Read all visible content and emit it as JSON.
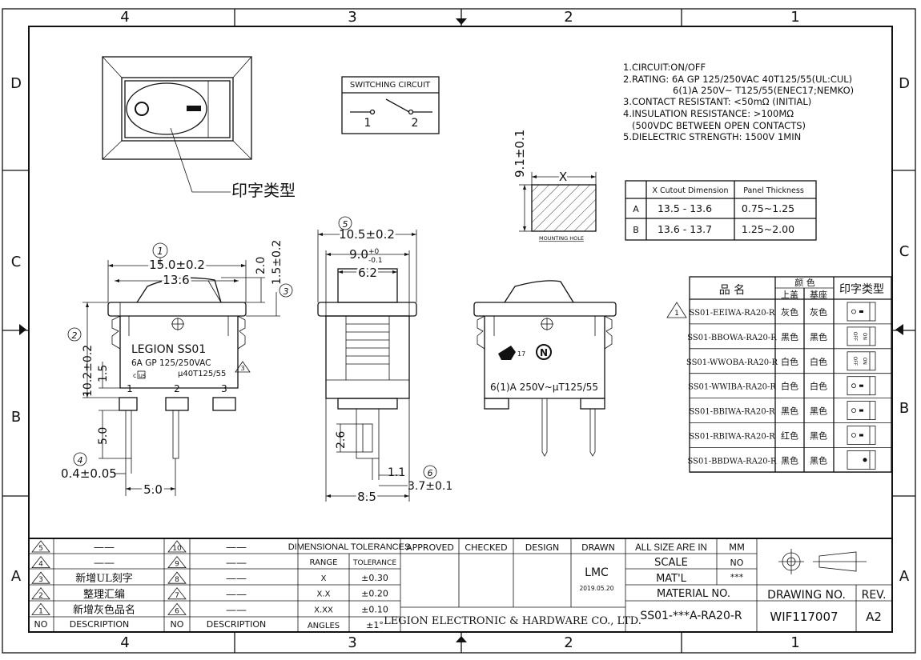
{
  "zones": {
    "cols": [
      "4",
      "3",
      "2",
      "1"
    ],
    "rows": [
      "D",
      "C",
      "B",
      "A"
    ]
  },
  "annotation_cn": "印字类型",
  "switching_circuit": {
    "title": "SWITCHING CIRCUIT",
    "pin1": "1",
    "pin2": "2"
  },
  "specs": [
    "1.CIRCUIT:ON/OFF",
    "2.RATING: 6A GP 125/250VAC 40T125/55(UL:CUL)",
    "6(1)A 250V~ T125/55(ENEC17;NEMKO)",
    "3.CONTACT RESISTANT: <50mΩ (INITIAL)",
    "4.INSULATION RESISTANCE: >100MΩ",
    "(500VDC BETWEEN OPEN CONTACTS)",
    "5.DIELECTRIC STRENGTH: 1500V  1MIN"
  ],
  "mounting_hole": {
    "label": "MOUNTING HOLE",
    "width_label": "X",
    "height_dim": "9.1±0.1"
  },
  "cutout_table": {
    "headers": [
      "X Cutout Dimension",
      "Panel Thickness"
    ],
    "rows": [
      {
        "id": "A",
        "x": "13.5 - 13.6",
        "t": "0.75~1.25"
      },
      {
        "id": "B",
        "x": "13.6 - 13.7",
        "t": "1.25~2.00"
      }
    ]
  },
  "product_table": {
    "header_name": "品  名",
    "header_color": "颜  色",
    "header_cover": "上盖",
    "header_base": "基座",
    "header_print": "印字类型",
    "rows": [
      {
        "name": "SS01-EEIWA-RA20-R",
        "cover": "灰色",
        "base": "灰色",
        "print": "oblong"
      },
      {
        "name": "SS01-BBOWA-RA20-R",
        "cover": "黑色",
        "base": "黑色",
        "print": "onoff",
        "on": "ON",
        "off": "OFF"
      },
      {
        "name": "SS01-WWOBA-RA20-R",
        "cover": "白色",
        "base": "白色",
        "print": "onoff",
        "on": "ON",
        "off": "OFF"
      },
      {
        "name": "SS01-WWIBA-RA20-R",
        "cover": "白色",
        "base": "白色",
        "print": "oblong"
      },
      {
        "name": "SS01-BBIWA-RA20-R",
        "cover": "黑色",
        "base": "黑色",
        "print": "oblong"
      },
      {
        "name": "SS01-RBIWA-RA20-R",
        "cover": "红色",
        "base": "黑色",
        "print": "oblong"
      },
      {
        "name": "SS01-BBDWA-RA20-R",
        "cover": "黑色",
        "base": "黑色",
        "print": "dot"
      }
    ],
    "rev_mark": "1"
  },
  "front_view": {
    "balloon1": "1",
    "balloon2": "2",
    "balloon3": "3",
    "balloon4": "4",
    "dim_overall": "15.0±0.2",
    "dim_inner": "13.6",
    "dim_rocker": "2.0",
    "dim_flange": "1.5±0.2",
    "dim_height": "10.2±0.2",
    "dim_lower": "1.5",
    "dim_pin_len": "5.0",
    "dim_pin_thick": "0.4±0.05",
    "dim_pitch": "5.0",
    "brand": "LEGION  SS01",
    "rating": "6A GP 125/250VAC",
    "ul": "c   us",
    "temp": "μ40T125/55",
    "pins": [
      "1",
      "2",
      "3"
    ],
    "rev_mark": "3"
  },
  "side_view": {
    "balloon5": "5",
    "balloon6": "6",
    "dim_width": "10.5±0.2",
    "dim_mid": "9.0",
    "dim_mid_tol_up": "+0",
    "dim_mid_tol_down": "-0.1",
    "dim_rocker": "6.2",
    "dim_tab": "2.6",
    "dim_gap": "1.1",
    "dim_thick": "3.7±0.1",
    "dim_base": "8.5"
  },
  "rear_view": {
    "rating": "6(1)A 250V~μT125/55",
    "enec": "17",
    "nemko": "N"
  },
  "revisions_left": [
    {
      "no": "5",
      "desc": "——"
    },
    {
      "no": "4",
      "desc": "——"
    },
    {
      "no": "3",
      "desc": "新增UL刻字"
    },
    {
      "no": "2",
      "desc": "整理汇编"
    },
    {
      "no": "1",
      "desc": "新增灰色品名"
    }
  ],
  "revisions_right": [
    {
      "no": "10",
      "desc": "——"
    },
    {
      "no": "9",
      "desc": "——"
    },
    {
      "no": "8",
      "desc": "——"
    },
    {
      "no": "7",
      "desc": "——"
    },
    {
      "no": "6",
      "desc": "——"
    }
  ],
  "rev_footer": {
    "no": "NO",
    "desc": "DESCRIPTION"
  },
  "tolerances": {
    "title": "DIMENSIONAL TOLERANCES",
    "range": "RANGE",
    "tolerance": "TOLERANCE",
    "rows": [
      [
        "X",
        "±0.30"
      ],
      [
        "X.X",
        "±0.20"
      ],
      [
        "X.XX",
        "±0.10"
      ],
      [
        "ANGLES",
        "±1°"
      ]
    ]
  },
  "approvals": {
    "approved": "APPROVED",
    "checked": "CHECKED",
    "design": "DESIGN",
    "drawn": "DRAWN",
    "drawn_by": "LMC",
    "date": "2019.05.20"
  },
  "company": "LEGION ELECTRONIC & HARDWARE CO., LTD.",
  "units": {
    "label": "ALL SIZE ARE IN",
    "value": "MM",
    "scale_label": "SCALE",
    "scale_value": "NO",
    "matl_label": "MAT'L",
    "matl_value": "***"
  },
  "material_no": {
    "label": "MATERIAL NO.",
    "value": "SS01-***A-RA20-R"
  },
  "drawing_no": {
    "label": "DRAWING NO.",
    "value": "WIF117007"
  },
  "rev": {
    "label": "REV.",
    "value": "A2"
  }
}
